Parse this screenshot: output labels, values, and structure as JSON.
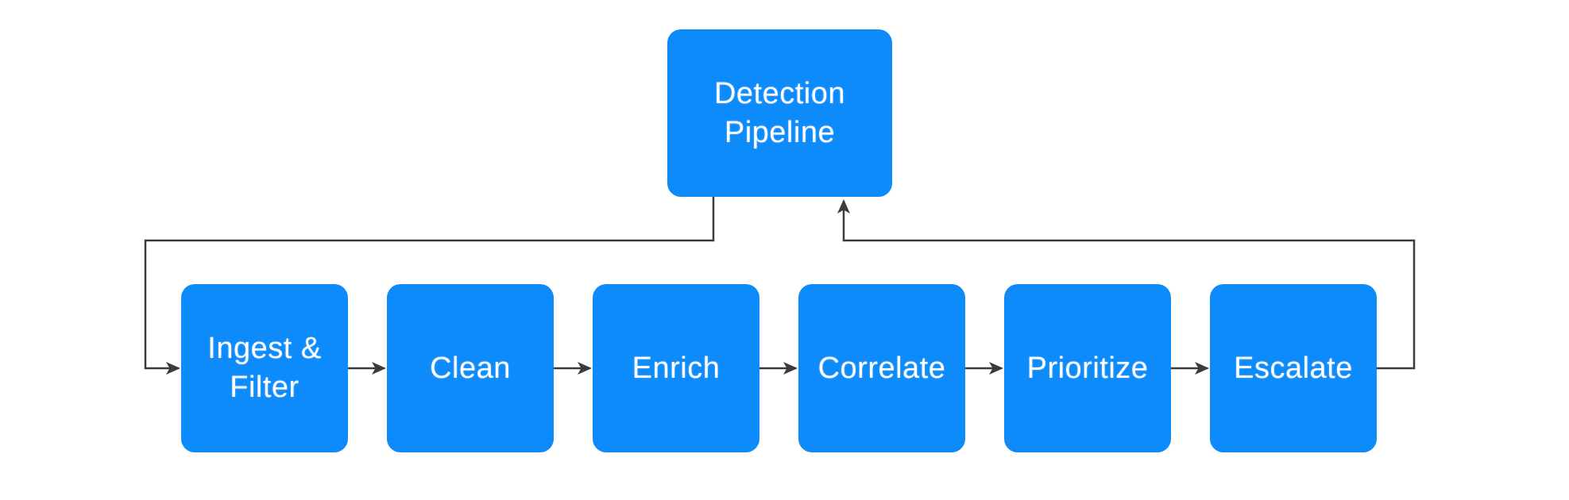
{
  "diagram": {
    "type": "flowchart",
    "colors": {
      "node_fill": "#0d8bfb",
      "node_text": "#ffffff",
      "connector": "#3b3b3b",
      "background": "#ffffff"
    },
    "root": {
      "label": "Detection\nPipeline"
    },
    "stages": [
      {
        "label": "Ingest &\nFilter"
      },
      {
        "label": "Clean"
      },
      {
        "label": "Enrich"
      },
      {
        "label": "Correlate"
      },
      {
        "label": "Prioritize"
      },
      {
        "label": "Escalate"
      }
    ],
    "edges": [
      {
        "from": "Detection Pipeline",
        "to": "Ingest & Filter"
      },
      {
        "from": "Ingest & Filter",
        "to": "Clean"
      },
      {
        "from": "Clean",
        "to": "Enrich"
      },
      {
        "from": "Enrich",
        "to": "Correlate"
      },
      {
        "from": "Correlate",
        "to": "Prioritize"
      },
      {
        "from": "Prioritize",
        "to": "Escalate"
      },
      {
        "from": "Escalate",
        "to": "Detection Pipeline"
      }
    ]
  }
}
